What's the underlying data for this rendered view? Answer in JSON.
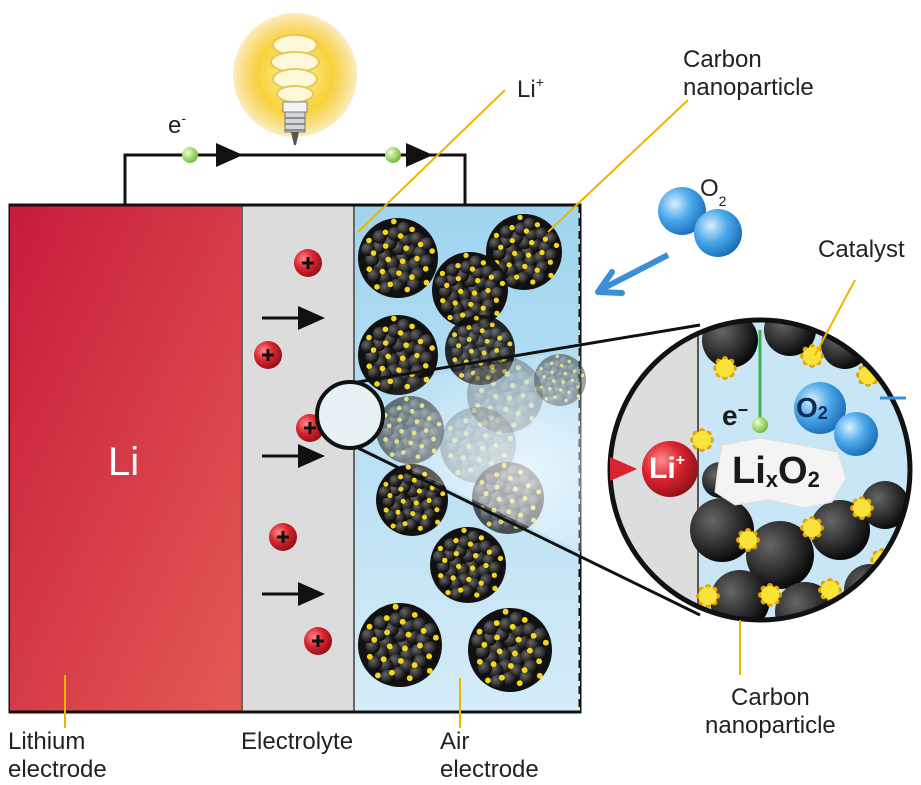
{
  "labels": {
    "electron": "e",
    "electron_sup": "-",
    "li_ion": "Li",
    "li_ion_sup": "+",
    "carbon_top_line1": "Carbon",
    "carbon_top_line2": "nanoparticle",
    "oxygen": "O",
    "oxygen_sub": "2",
    "catalyst": "Catalyst",
    "lithium_center": "Li",
    "lithium_electrode_line1": "Lithium",
    "lithium_electrode_line2": "electrode",
    "electrolyte": "Electrolyte",
    "air_electrode_line1": "Air",
    "air_electrode_line2": "electrode",
    "carbon_bottom_line1": "Carbon",
    "carbon_bottom_line2": "nanoparticle"
  },
  "zoom": {
    "electron": "e",
    "electron_sup": "−",
    "oxygen": "O",
    "oxygen_sub": "2",
    "li": "Li",
    "li_sup": "+",
    "product_li": "Li",
    "product_x": "x",
    "product_o": "O",
    "product_2": "2"
  },
  "colors": {
    "lithium_top": "#d8243f",
    "lithium_bottom": "#e0474f",
    "electrolyte": "#dcdcdc",
    "air_electrode": "#bfe3f5",
    "ion_red": "#d8242f",
    "leader_line": "#f0b400",
    "oxygen_blue": "#3a9de0",
    "electron_green": "#8dd04a"
  }
}
